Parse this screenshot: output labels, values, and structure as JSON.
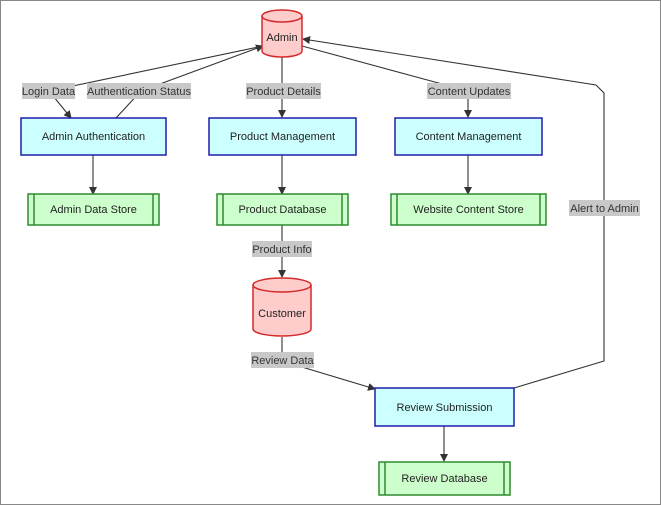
{
  "colors": {
    "process_fill": "#ccffff",
    "process_stroke": "#1f1fa8",
    "store_fill": "#ccffcc",
    "store_stroke": "#2e8b2e",
    "entity_fill": "#ffcccc",
    "entity_stroke": "#d42a2a",
    "edge": "#333333",
    "label_bg": "#c8c8c8"
  },
  "nodes": {
    "admin": "Admin",
    "customer": "Customer",
    "admin_auth": "Admin Authentication",
    "product_mgmt": "Product Management",
    "content_mgmt": "Content Management",
    "admin_store": "Admin Data Store",
    "product_db": "Product Database",
    "website_store": "Website Content Store",
    "review_sub": "Review Submission",
    "review_db": "Review Database"
  },
  "edges": {
    "login_data": "Login Data",
    "auth_status": "Authentication Status",
    "product_details": "Product Details",
    "content_updates": "Content Updates",
    "product_info": "Product Info",
    "review_data": "Review Data",
    "alert_admin": "Alert to Admin"
  }
}
